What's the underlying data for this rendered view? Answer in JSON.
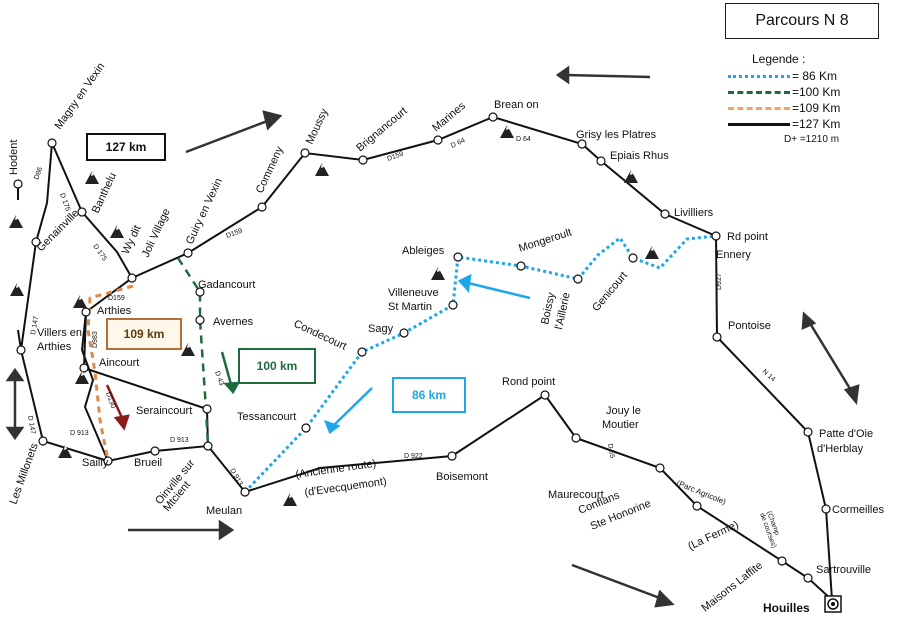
{
  "title": "Parcours N 8",
  "legend": {
    "title": "Legende :",
    "items": [
      {
        "label": "= 86 Km",
        "color": "#1ea7e8",
        "style": "dotted"
      },
      {
        "label": "=100 Km",
        "color": "#1e6b3c",
        "style": "dashed"
      },
      {
        "label": "=109 Km",
        "color": "#f2a26b",
        "style": "dashed"
      },
      {
        "label": "=127 Km",
        "color": "#111111",
        "style": "solid"
      }
    ],
    "elevation": "D+ =1210 m"
  },
  "distance_labels": {
    "d127": "127 km",
    "d109": "109 km",
    "d100": "100 km",
    "d86": "86 km"
  },
  "places": {
    "hodent": "Hodent",
    "magny": "Magny en Vexin",
    "banthelu": "Banthelu",
    "wy": "Wy dit",
    "joli": "Joli Village",
    "guiry": "Guiry en Vexin",
    "commeny": "Commeny",
    "moussy": "Moussy",
    "brignancourt": "Brignancourt",
    "marines": "Marines",
    "brean": "Brean on",
    "grisy": "Grisy les Platres",
    "epiais": "Epiais Rhus",
    "livilliers": "Livilliers",
    "rdpoint1": "Rd point",
    "ennery": "Ennery",
    "pontoise": "Pontoise",
    "genainville": "Genainville",
    "arthies": "Arthies",
    "gadancourt": "Gadancourt",
    "avernes": "Avernes",
    "villers1": "Villers en",
    "villers2": "Arthies",
    "aincourt": "Aincourt",
    "seraincourt": "Seraincourt",
    "millonets": "Les Millonets",
    "sailly": "Sailly",
    "brueil": "Brueil",
    "oinville1": "Oinville sur",
    "oinville2": "Mtcient",
    "meulan": "Meulan",
    "tessancourt": "Tessancourt",
    "condecourt": "Condecourt",
    "sagy": "Sagy",
    "villeneuve1": "Villeneuve",
    "villeneuve2": "St Martin",
    "ableiges": "Ableiges",
    "mongeroult": "Mongeroult",
    "boissy1": "Boissy",
    "boissy2": "l'Aillerie",
    "genicourt": "Genicourt",
    "ancienne": "(Ancienne route)",
    "evecquemont": "(d'Evecquemont)",
    "boisemont": "Boisemont",
    "rdpoint2": "Rond point",
    "jouy1": "Jouy le",
    "jouy2": "Moutier",
    "maurecourt": "Maurecourt",
    "conflans1": "Conflans",
    "conflans2": "Ste Honorine",
    "parc": "(Parc Agricole)",
    "laferme": "(La Ferme)",
    "champ1": "(Champ",
    "champ2": "de courses)",
    "maisons": "Maisons Laffite",
    "sartrouville": "Sartrouville",
    "cormeilles": "Cormeilles",
    "patte1": "Patte d'Oie",
    "patte2": "d'Herblay",
    "houilles": "Houilles"
  },
  "roads": {
    "d86": "D86",
    "d175a": "D 175",
    "d175b": "D 175",
    "d159a": "D159",
    "d159b": "D159",
    "d159c": "D159",
    "d64a": "D 64",
    "d64b": "D 64",
    "d927": "D927",
    "n14": "N 14",
    "d147a": "D 147",
    "d147b": "D 147",
    "d983": "D983",
    "d130": "D130",
    "d913a": "D 913",
    "d913b": "D 913",
    "d913c": "D 913",
    "d43": "D 43",
    "d922": "D 922",
    "d55": "D 55"
  },
  "colors": {
    "route127": "#111111",
    "route100": "#1e6b3c",
    "route109": "#e0894a",
    "route86": "#1ea7e8",
    "arrow_dark": "#333333",
    "arrow_brown": "#8b1a1a"
  }
}
